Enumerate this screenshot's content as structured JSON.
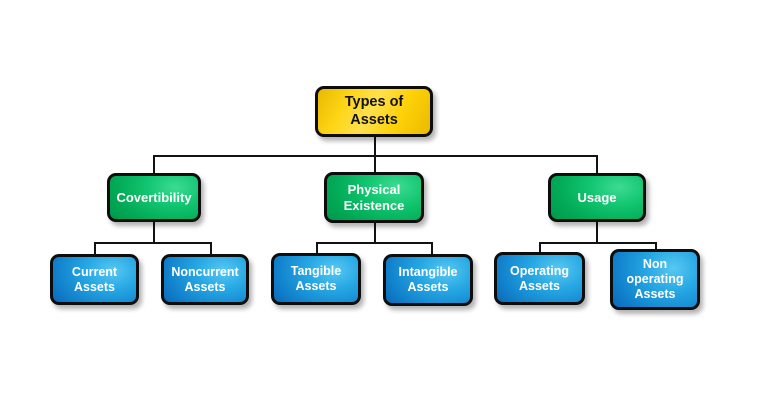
{
  "diagram": {
    "title": "Types of Assets",
    "background_color": "#ffffff",
    "root": {
      "label": "Types of\nAssets",
      "fill_color": "#ffd400",
      "text_color": "#121212"
    },
    "categories": [
      {
        "label": "Covertibility",
        "fill_color": "#05b85f",
        "text_color": "#ffffff"
      },
      {
        "label": "Physical\nExistence",
        "fill_color": "#05b85f",
        "text_color": "#ffffff"
      },
      {
        "label": "Usage",
        "fill_color": "#05b85f",
        "text_color": "#ffffff"
      }
    ],
    "leaves": [
      {
        "label": "Current\nAssets",
        "fill_color": "#1b8fd6",
        "text_color": "#ffffff"
      },
      {
        "label": "Noncurrent\nAssets",
        "fill_color": "#1b8fd6",
        "text_color": "#ffffff"
      },
      {
        "label": "Tangible\nAssets",
        "fill_color": "#1b8fd6",
        "text_color": "#ffffff"
      },
      {
        "label": "Intangible\nAssets",
        "fill_color": "#1b8fd6",
        "text_color": "#ffffff"
      },
      {
        "label": "Operating\nAssets",
        "fill_color": "#1b8fd6",
        "text_color": "#ffffff"
      },
      {
        "label": "Non\noperating\nAssets",
        "fill_color": "#1b8fd6",
        "text_color": "#ffffff"
      }
    ]
  }
}
